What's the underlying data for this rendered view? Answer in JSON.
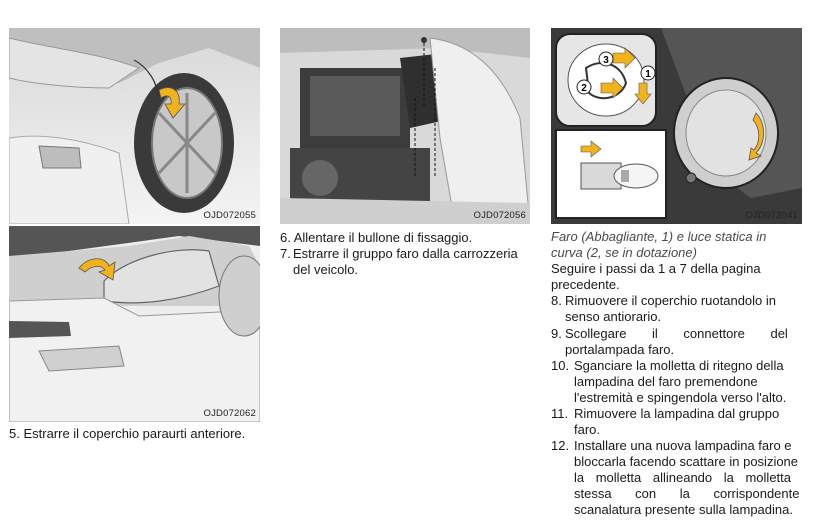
{
  "figures": {
    "fig1": {
      "code": "OJD072055"
    },
    "fig2": {
      "code": "OJD072062"
    },
    "fig3": {
      "code": "OJD072056"
    },
    "fig4": {
      "code": "OJD072041",
      "callouts": [
        "3",
        "2",
        "1"
      ]
    }
  },
  "col1": {
    "step5": "5. Estrarre il coperchio paraurti anteriore."
  },
  "col2": {
    "step6": "6. Allentare il bullone di fissaggio.",
    "step7_num": "7.",
    "step7_l1": "Estrarre il gruppo faro dalla carrozzeria",
    "step7_l2": "del veicolo."
  },
  "col3": {
    "heading_l1": "Faro (Abbagliante, 1) e luce statica in",
    "heading_l2": "curva (2, se in dotazione)",
    "intro_l1": "Seguire i passi da 1 a 7 della pagina",
    "intro_l2": "precedente.",
    "steps": [
      {
        "num": "8.",
        "lines": [
          "Rimuovere il coperchio ruotandolo in",
          "senso antiorario."
        ]
      },
      {
        "num": "9.",
        "lines": [
          "Scollegare il connettore del",
          "portalampada faro."
        ]
      },
      {
        "num": "10.",
        "lines": [
          "Sganciare la molletta di ritegno della",
          "lampadina del faro premendone",
          "l'estremità e spingendola verso l'alto."
        ]
      },
      {
        "num": "11.",
        "lines": [
          "Rimuovere la lampadina dal gruppo",
          "faro."
        ]
      },
      {
        "num": "12.",
        "lines": [
          "Installare una nuova lampadina faro e",
          "bloccarla facendo scattare in posizione",
          "la molletta allineando la molletta",
          "stessa con la corrispondente",
          "scanalatura presente sulla lampadina."
        ]
      }
    ]
  },
  "colors": {
    "arrow": "#f2b21c",
    "heading": "#4a4a4a"
  }
}
